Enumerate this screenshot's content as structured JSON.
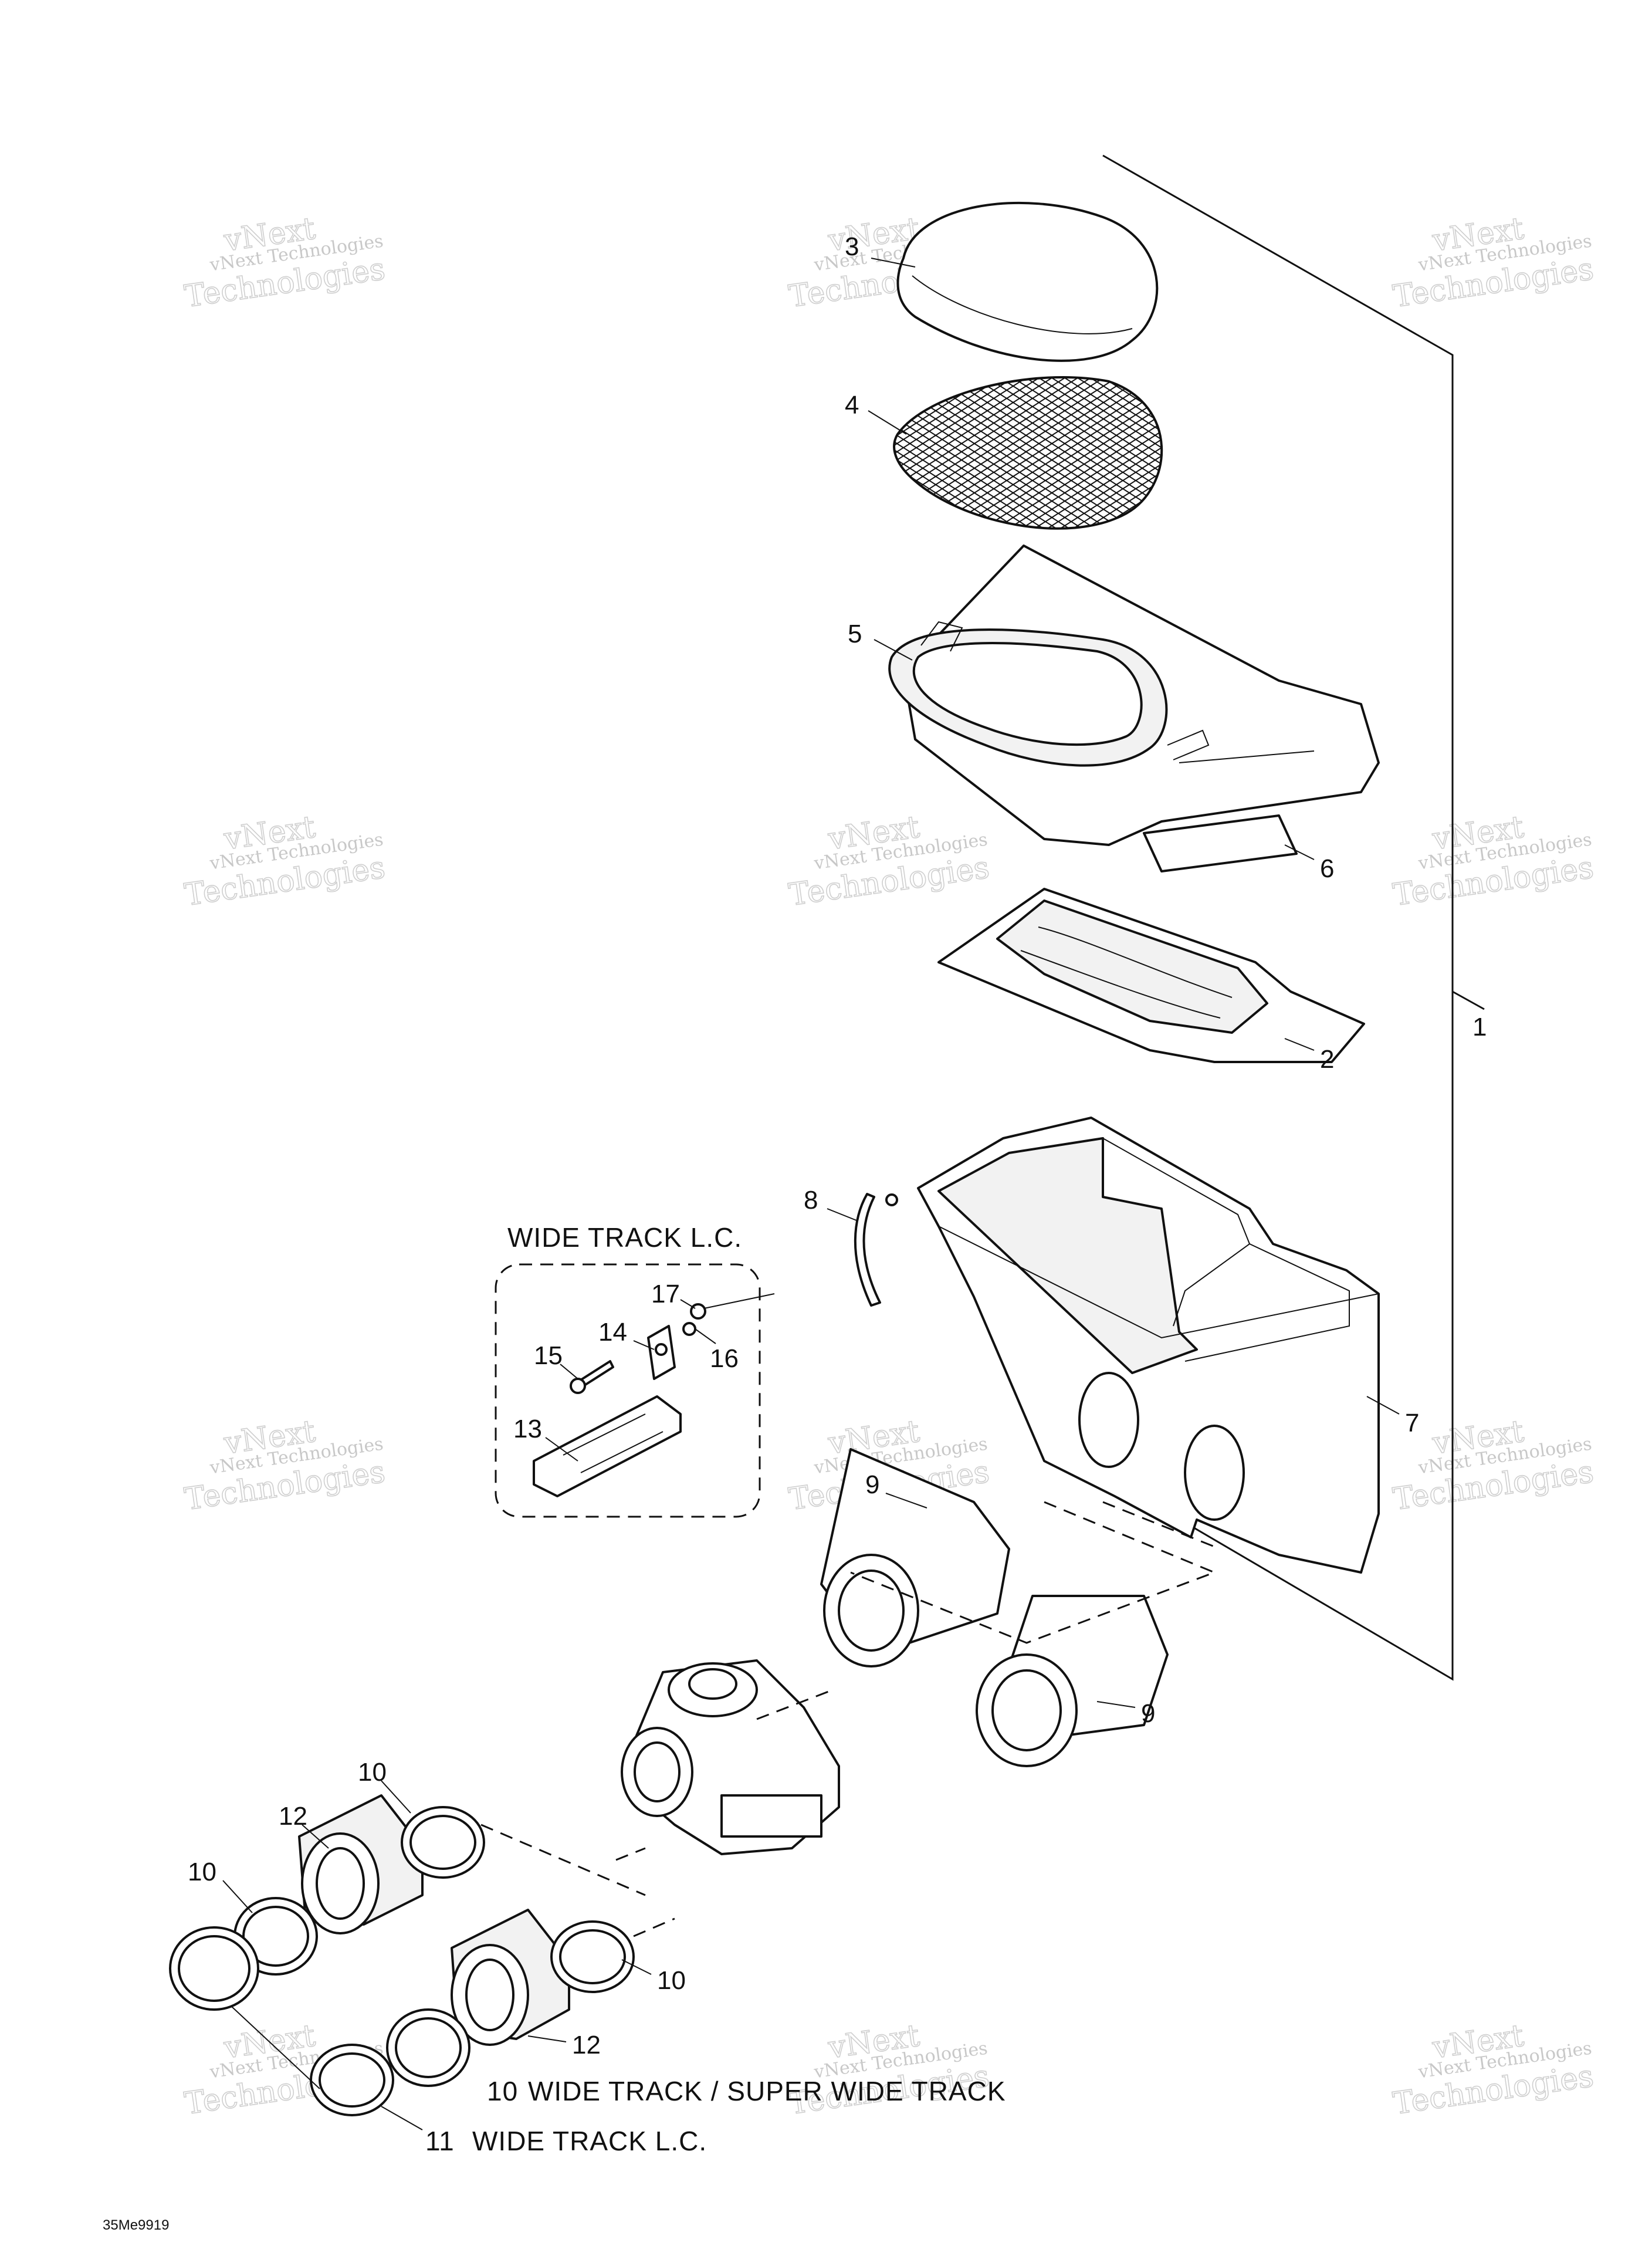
{
  "diagram": {
    "callouts": [
      {
        "id": "c1",
        "text": "1"
      },
      {
        "id": "c2",
        "text": "2"
      },
      {
        "id": "c3",
        "text": "3"
      },
      {
        "id": "c4",
        "text": "4"
      },
      {
        "id": "c5",
        "text": "5"
      },
      {
        "id": "c6",
        "text": "6"
      },
      {
        "id": "c7",
        "text": "7"
      },
      {
        "id": "c8",
        "text": "8"
      },
      {
        "id": "c9a",
        "text": "9"
      },
      {
        "id": "c9b",
        "text": "9"
      },
      {
        "id": "c10a",
        "text": "10"
      },
      {
        "id": "c10b",
        "text": "10"
      },
      {
        "id": "c10c",
        "text": "10"
      },
      {
        "id": "c12a",
        "text": "12"
      },
      {
        "id": "c12b",
        "text": "12"
      },
      {
        "id": "c13",
        "text": "13"
      },
      {
        "id": "c14",
        "text": "14"
      },
      {
        "id": "c15",
        "text": "15"
      },
      {
        "id": "c16",
        "text": "16"
      },
      {
        "id": "c17",
        "text": "17"
      }
    ],
    "inset_title": "WIDE TRACK L.C.",
    "notes": [
      {
        "number": "10",
        "text": "WIDE TRACK / SUPER WIDE TRACK"
      },
      {
        "number": "11",
        "text": "WIDE TRACK L.C."
      }
    ],
    "drawing_code": "35Me9919"
  },
  "watermark": {
    "line1": "vNext Technologies",
    "line2": "vNext",
    "line3": "Technologies",
    "color": "#c8c8c8"
  }
}
